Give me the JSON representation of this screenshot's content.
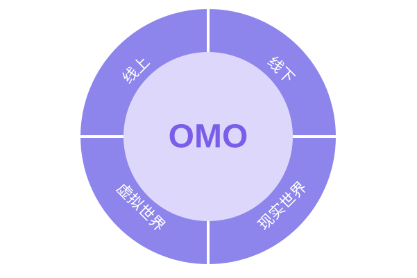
{
  "center": {
    "label": "OMO"
  },
  "segments": [
    {
      "id": "top-left",
      "label": "线上"
    },
    {
      "id": "top-right",
      "label": "线下"
    },
    {
      "id": "bottom-left",
      "label": "虚拟世界"
    },
    {
      "id": "bottom-right",
      "label": "现实世界"
    }
  ],
  "colors": {
    "ring": "#8d84ec",
    "inner": "#ddd8fb",
    "center_text": "#7a5ee8",
    "divider": "#ffffff",
    "label": "#ffffff"
  }
}
